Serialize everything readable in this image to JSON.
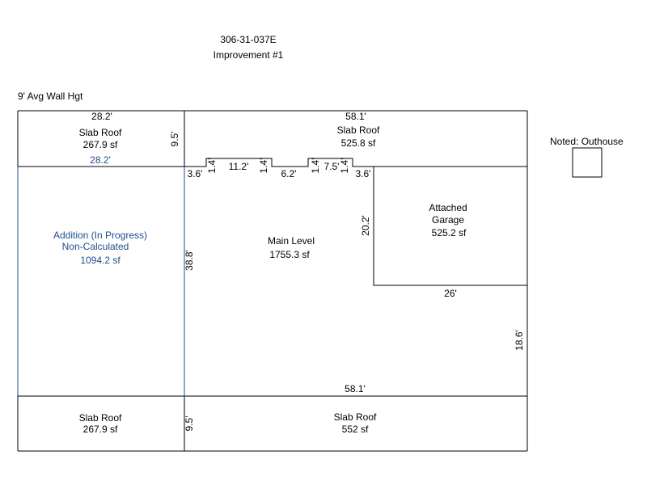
{
  "header": {
    "parcel_id": "306-31-037E",
    "improvement": "Improvement #1",
    "wall_height": "9' Avg Wall Hgt"
  },
  "colors": {
    "line": "#000000",
    "addition": "#1f4e8c"
  },
  "areas": {
    "slab_roof_top_left": {
      "label": "Slab Roof",
      "area": "267.9 sf"
    },
    "slab_roof_top_right": {
      "label": "Slab Roof",
      "area": "525.8 sf"
    },
    "addition": {
      "label_line1": "Addition (In Progress)",
      "label_line2": "Non-Calculated",
      "area": "1094.2 sf"
    },
    "main_level": {
      "label": "Main Level",
      "area": "1755.3 sf"
    },
    "garage": {
      "label_line1": "Attached",
      "label_line2": "Garage",
      "area": "525.2 sf"
    },
    "slab_roof_bottom_left": {
      "label": "Slab Roof",
      "area": "267.9 sf"
    },
    "slab_roof_bottom_right": {
      "label": "Slab Roof",
      "area": "552 sf"
    }
  },
  "dimensions": {
    "top_left_width": "28.2'",
    "top_left_width_bottom": "28.2'",
    "top_right_width": "58.1'",
    "top_slab_depth": "9.5'",
    "jog_1": "1.4'",
    "jog_2": "1.4'",
    "jog_3": "1.4'",
    "jog_4": "1.4'",
    "seg_left": "3.6'",
    "seg_bump_1": "11.2'",
    "seg_mid": "6.2'",
    "seg_bump_2": "7.5'",
    "seg_right": "3.6'",
    "main_height": "38.8'",
    "garage_height": "20.2'",
    "garage_width": "26'",
    "right_lower_height": "18.6'",
    "main_bottom_width": "58.1'",
    "bottom_slab_depth": "9.5'"
  },
  "note": {
    "label": "Noted:  Outhouse"
  }
}
